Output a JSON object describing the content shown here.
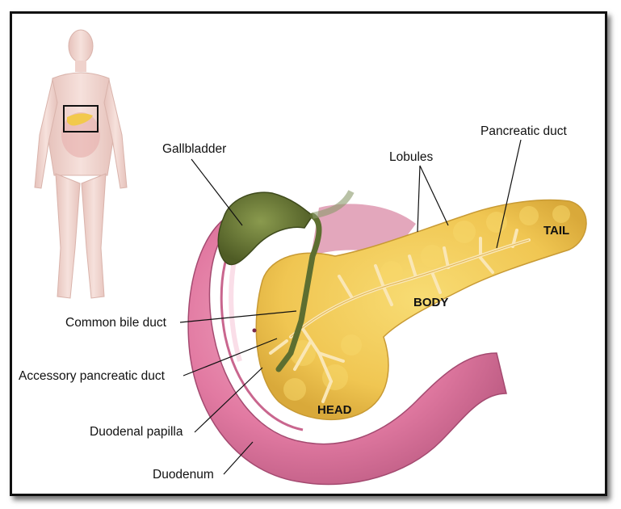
{
  "labels": {
    "gallbladder": "Gallbladder",
    "lobules": "Lobules",
    "pancreatic_duct": "Pancreatic duct",
    "common_bile_duct": "Common bile duct",
    "accessory_pancreatic_duct": "Accessory pancreatic duct",
    "duodenal_papilla": "Duodenal papilla",
    "duodenum": "Duodenum"
  },
  "regions": {
    "tail": "TAIL",
    "body": "BODY",
    "head": "HEAD"
  },
  "colors": {
    "pancreas": "#f2cf5a",
    "pancreas_shadow": "#d9a93a",
    "duct": "#f5e6b8",
    "duodenum": "#e58fb0",
    "duodenum_dark": "#b8587f",
    "gallbladder": "#6b7a3a",
    "bile_duct": "#5d6e30",
    "figure_skin": "#efd2cc"
  }
}
